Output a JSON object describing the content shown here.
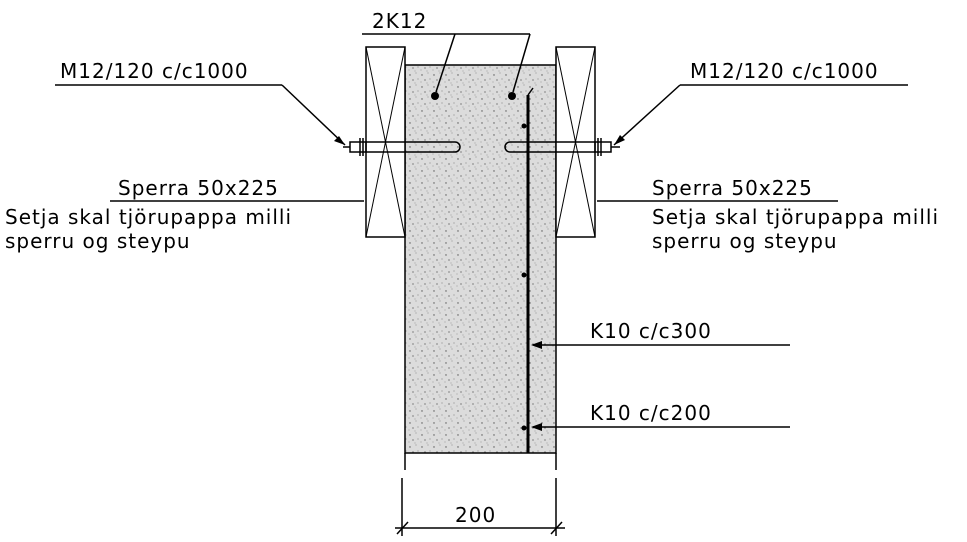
{
  "labels": {
    "top_rebar": "2K12",
    "bolt_left": "M12/120 c/c1000",
    "bolt_right": "M12/120 c/c1000",
    "sperra_left": "Sperra 50x225",
    "sperra_left_note_1": "Setja skal tjörupappa milli",
    "sperra_left_note_2": "sperru og steypu",
    "sperra_right": "Sperra 50x225",
    "sperra_right_note_1": "Setja skal tjörupappa milli",
    "sperra_right_note_2": "sperru og steypu",
    "rebar_vertical": "K10 c/c300",
    "rebar_horizontal": "K10 c/c200",
    "dimension_width": "200"
  },
  "colors": {
    "line": "#000000",
    "concrete_fill": "#d9d9d9",
    "background": "#ffffff"
  }
}
